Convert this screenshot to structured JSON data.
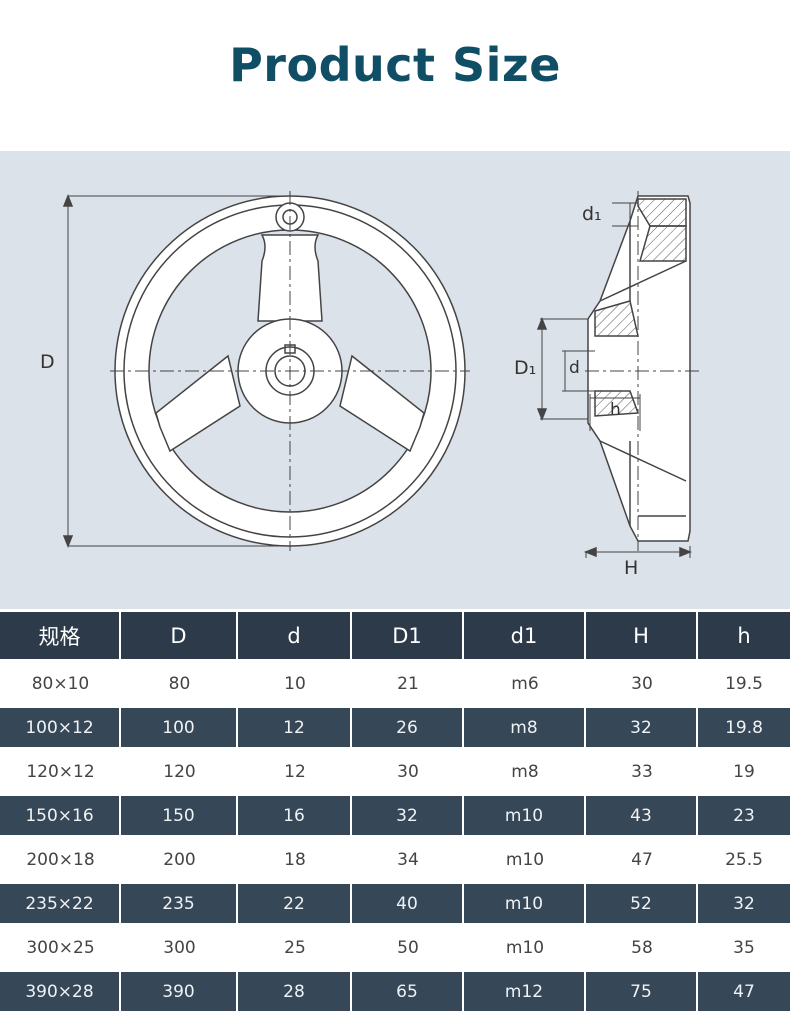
{
  "title": "Product Size",
  "drawing": {
    "labels": {
      "D": "D",
      "d1": "d₁",
      "D1": "D₁",
      "d": "d",
      "h": "h",
      "H": "H"
    }
  },
  "table": {
    "headers": [
      "规格",
      "D",
      "d",
      "D1",
      "d1",
      "H",
      "h"
    ],
    "rows": [
      [
        "80×10",
        "80",
        "10",
        "21",
        "m6",
        "30",
        "19.5"
      ],
      [
        "100×12",
        "100",
        "12",
        "26",
        "m8",
        "32",
        "19.8"
      ],
      [
        "120×12",
        "120",
        "12",
        "30",
        "m8",
        "33",
        "19"
      ],
      [
        "150×16",
        "150",
        "16",
        "32",
        "m10",
        "43",
        "23"
      ],
      [
        "200×18",
        "200",
        "18",
        "34",
        "m10",
        "47",
        "25.5"
      ],
      [
        "235×22",
        "235",
        "22",
        "40",
        "m10",
        "52",
        "32"
      ],
      [
        "300×25",
        "300",
        "25",
        "50",
        "m10",
        "58",
        "35"
      ],
      [
        "390×28",
        "390",
        "28",
        "65",
        "m12",
        "75",
        "47"
      ]
    ]
  }
}
